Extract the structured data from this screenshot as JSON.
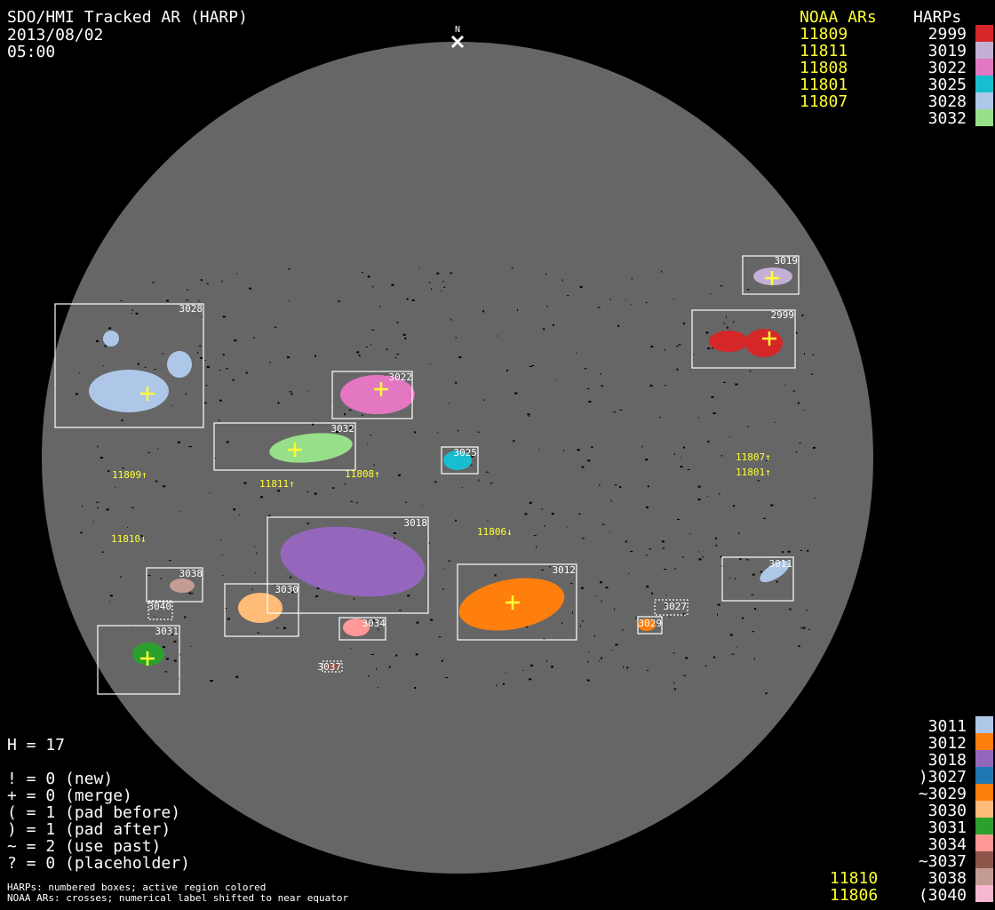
{
  "header": {
    "title": "SDO/HMI Tracked AR (HARP)",
    "date": "2013/08/02",
    "time": "05:00"
  },
  "north_label": "N",
  "legend_top": {
    "noaa_header": "NOAA ARs",
    "harp_header": "HARPs",
    "noaa": [
      "11809",
      "11811",
      "11808",
      "11801",
      "11807"
    ],
    "harps": [
      {
        "label": "2999",
        "color": "#d62728"
      },
      {
        "label": "3019",
        "color": "#c5b0d5"
      },
      {
        "label": "3022",
        "color": "#e377c2"
      },
      {
        "label": "3025",
        "color": "#17becf"
      },
      {
        "label": "3028",
        "color": "#aec7e8"
      },
      {
        "label": "3032",
        "color": "#98df8a"
      }
    ]
  },
  "legend_bottom": {
    "noaa": [
      "11810",
      "11806"
    ],
    "harps": [
      {
        "label": "3011",
        "color": "#aec7e8"
      },
      {
        "label": "3012",
        "color": "#ff7f0e"
      },
      {
        "label": "3018",
        "color": "#9467bd"
      },
      {
        "label": ")3027",
        "color": "#1f77b4"
      },
      {
        "label": "~3029",
        "color": "#ff7f0e"
      },
      {
        "label": "3030",
        "color": "#ffbb78"
      },
      {
        "label": "3031",
        "color": "#2ca02c"
      },
      {
        "label": "3034",
        "color": "#ff9896"
      },
      {
        "label": "~3037",
        "color": "#8c564b"
      },
      {
        "label": "3038",
        "color": "#c49c94"
      },
      {
        "label": "(3040",
        "color": "#f7b6d2"
      }
    ]
  },
  "stats": {
    "h": "H = 17",
    "lines": [
      "! = 0 (new)",
      "+ = 0 (merge)",
      "( = 1 (pad before)",
      ") = 1 (pad after)",
      "~ = 2 (use past)",
      "? = 0 (placeholder)"
    ]
  },
  "footnotes": [
    "HARPs: numbered boxes; active region colored",
    "NOAA ARs: crosses; numerical label shifted to near equator"
  ],
  "map": {
    "harp_labels": {
      "h3019": "3019",
      "h2999": "2999",
      "h3028": "3028",
      "h3022": "3022",
      "h3032": "3032",
      "h3025": "3025",
      "h3018": "3018",
      "h3012": "3012",
      "h3011": "3011",
      "h3038": "3038",
      "h3040": "3040",
      "h3030": "3030",
      "h3034": "3034",
      "h3031": "3031",
      "h3037": "3037",
      "h3027": "3027",
      "h3029": "3029"
    },
    "noaa_labels": {
      "n11809": "11809↑",
      "n11811": "11811↑",
      "n11808": "11808↑",
      "n11807": "11807↑",
      "n11801": "11801↑",
      "n11810": "11810↓",
      "n11806": "11806↓"
    }
  }
}
